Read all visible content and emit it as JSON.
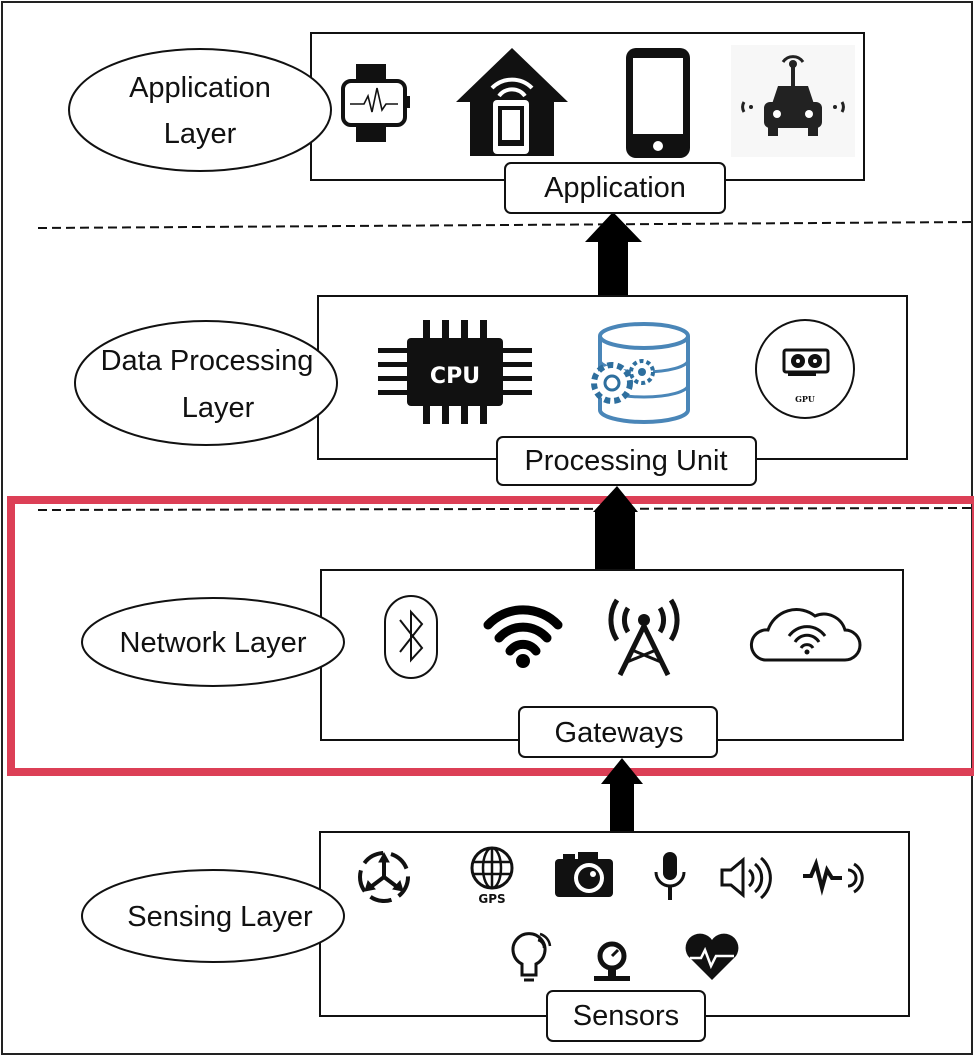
{
  "layers": {
    "application": {
      "name_line1": "Application",
      "name_line2": "Layer",
      "tag": "Application",
      "icons": [
        "smartwatch-icon",
        "smart-home-icon",
        "smartphone-icon",
        "connected-car-icon"
      ]
    },
    "processing": {
      "name_line1": "Data Processing",
      "name_line2": "Layer",
      "tag": "Processing Unit",
      "icons": [
        "cpu-icon",
        "database-gear-icon",
        "gpu-icon"
      ],
      "cpu_text": "CPU",
      "gpu_text": "GPU"
    },
    "network": {
      "name": "Network Layer",
      "tag": "Gateways",
      "icons": [
        "bluetooth-icon",
        "wifi-icon",
        "cell-tower-icon",
        "cloud-wifi-icon"
      ]
    },
    "sensing": {
      "name": "Sensing Layer",
      "tag": "Sensors",
      "gps_text": "GPS",
      "icons": [
        "accelerometer-icon",
        "gps-globe-icon",
        "camera-icon",
        "microphone-icon",
        "speaker-icon",
        "pulse-signal-icon",
        "light-bulb-icon",
        "pressure-gauge-icon",
        "heart-rate-icon"
      ]
    }
  },
  "colors": {
    "highlight": "#dc3f56",
    "ink": "#111111",
    "db_blue": "#4a86b8"
  }
}
